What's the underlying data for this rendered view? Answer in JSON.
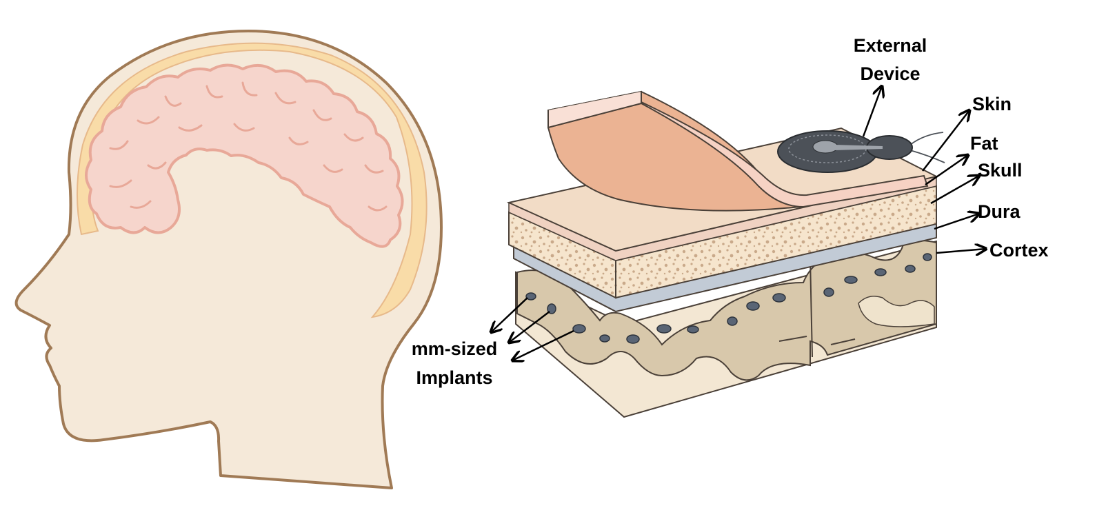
{
  "labels": {
    "external_line1": "External",
    "external_line2": "Device",
    "skin": "Skin",
    "fat": "Fat",
    "skull": "Skull",
    "dura": "Dura",
    "cortex": "Cortex",
    "implants_line1": "mm-sized",
    "implants_line2": "Implants"
  },
  "colors": {
    "head_fill": "#f5e9d9",
    "head_outline": "#a07a55",
    "brain_fill": "#f6d5cc",
    "brain_outline": "#e8a898",
    "fat_band": "#f9dca8",
    "skin_flap_top": "#f6d2c4",
    "skin_flap_under": "#ebb393",
    "skull_fill": "#f6e5cd",
    "skull_dots": "#c9a98a",
    "dura": "#c2cbd6",
    "cortex": "#d8c8ab",
    "implant": "#5a6575",
    "device": "#4c5158"
  }
}
